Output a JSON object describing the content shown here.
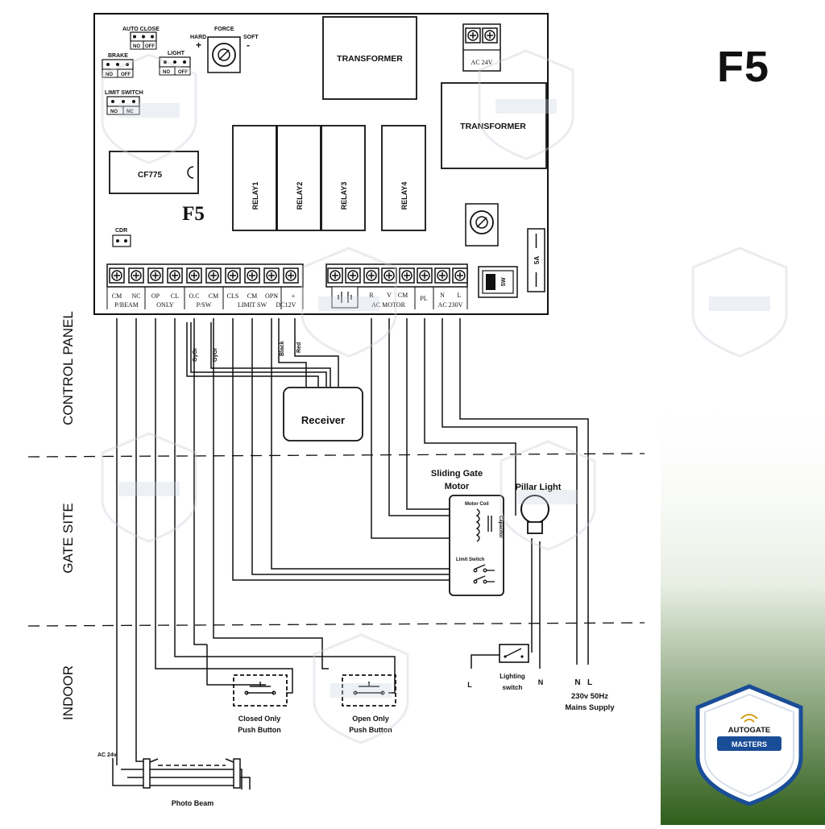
{
  "page": {
    "title": "F5",
    "accent_color": "#2e5a1c",
    "badge_blue": "#1a4d97"
  },
  "board": {
    "label": "F5",
    "cf775": "CF775",
    "auto_close": {
      "label": "AUTO CLOSE",
      "no": "NO",
      "off": "OFF"
    },
    "brake": {
      "label": "BRAKE",
      "no": "NO",
      "off": "OFF"
    },
    "light": {
      "label": "LIGHT",
      "no": "NO",
      "off": "OFF"
    },
    "limit_switch": {
      "label": "LIMIT SWITCH",
      "no": "NO",
      "nc": "NC"
    },
    "force": {
      "label": "FORCE",
      "hard": "HARD",
      "soft": "SOFT",
      "plus": "+",
      "minus": "-"
    },
    "transformer1": "TRANSFORMER",
    "transformer2": "TRANSFORMER",
    "ac24v": "AC 24V",
    "relays": [
      "RELAY1",
      "RELAY2",
      "RELAY3",
      "RELAY4"
    ],
    "cdr": "CDR",
    "fuse": "5A",
    "sw": "SW",
    "terminals_left": {
      "cm": "CM",
      "nc": "NC",
      "pbeam": "P/BEAM",
      "op": "OP",
      "cl": "CL",
      "only": "ONLY",
      "oc": "O.C",
      "cm2": "CM",
      "psw": "P/SW",
      "cls": "CLS",
      "cm3": "CM",
      "opn": "OPN",
      "limit_sw": "LIMIT SW",
      "minus": "-",
      "plus": "+",
      "dc12v": "DC12V"
    },
    "terminals_right": {
      "r": "R",
      "v": "V",
      "cm": "CM",
      "ac_motor": "AC MOTOR",
      "pl": "PL",
      "n": "N",
      "l": "L",
      "ac230v": "AC 230V"
    }
  },
  "sections": {
    "control_panel": "CONTROL PANEL",
    "gate_site": "GATE SITE",
    "indoor": "INDOOR"
  },
  "wires": {
    "gygr1": "GyGr",
    "gygr2": "GyGr",
    "black": "Black",
    "red": "Red"
  },
  "receiver": "Receiver",
  "motor": {
    "title_line1": "Sliding Gate",
    "title_line2": "Motor",
    "motor_coil": "Motor Coil",
    "capacitor": "Capacitor",
    "limit_switch": "Limit Switch"
  },
  "pillar_light": "Pillar Light",
  "lighting_switch": {
    "line1": "Lighting",
    "line2": "switch",
    "l": "L",
    "n": "N"
  },
  "mains": {
    "n": "N",
    "l": "L",
    "line1": "230v  50Hz",
    "line2": "Mains Supply"
  },
  "closed_button": {
    "line1": "Closed Only",
    "line2": "Push Button"
  },
  "open_button": {
    "line1": "Open Only",
    "line2": "Push Button"
  },
  "photo_beam": {
    "label": "Photo Beam",
    "ac24v": "AC 24v"
  },
  "logo": {
    "line1": "AUTOGATE",
    "line2": "MASTERS"
  }
}
